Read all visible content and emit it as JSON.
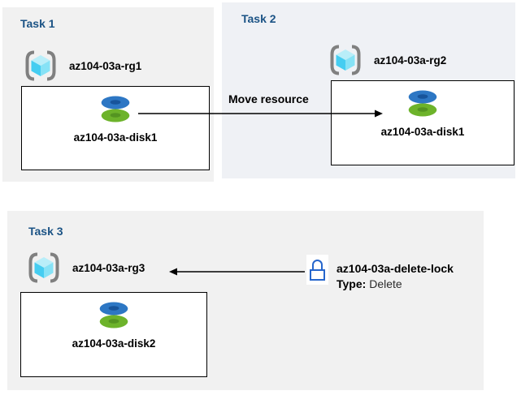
{
  "tasks": [
    {
      "title": "Task 1",
      "resource_group": "az104-03a-rg1",
      "resource": "az104-03a-disk1"
    },
    {
      "title": "Task 2",
      "resource_group": "az104-03a-rg2",
      "resource": "az104-03a-disk1"
    },
    {
      "title": "Task 3",
      "resource_group": "az104-03a-rg3",
      "resource": "az104-03a-disk2"
    }
  ],
  "move_arrow": {
    "label": "Move resource",
    "direction": "left-to-right"
  },
  "lock_annotation": {
    "name": "az104-03a-delete-lock",
    "type_label": "Type:",
    "type_value": " Delete",
    "arrow_direction": "points-left-to-resource-group"
  },
  "icons": {
    "resource_group": "resource-group-icon",
    "disk": "disk-icon",
    "lock": "lock-icon"
  },
  "colors": {
    "panel_gray": "#f1f1f1",
    "panel_blue_gray": "#eff1f5",
    "task_title_blue": "#1b5385",
    "arrow_black": "#000000",
    "lock_blue": "#2666cc",
    "disk_top_blue": "#2d77c4",
    "disk_bottom_green": "#6db32b",
    "cube_cyan": "#45cdf1",
    "bracket_gray": "#808080"
  }
}
